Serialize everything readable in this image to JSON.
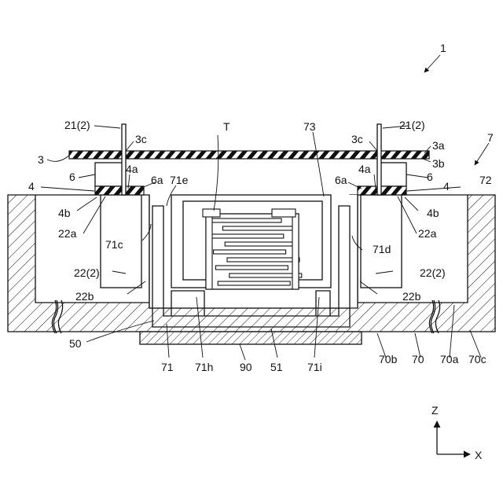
{
  "figure": {
    "colors": {
      "ink": "#111111",
      "background": "#ffffff"
    },
    "labels": {
      "n1": "1",
      "n7": "7",
      "n3": "3",
      "n3a": "3a",
      "n3b": "3b",
      "n3c_left": "3c",
      "n3c_right": "3c",
      "n21_left": "21(2)",
      "n21_right": "21(2)",
      "nT": "T",
      "n73": "73",
      "n6_left": "6",
      "n6_right": "6",
      "n6a_left": "6a",
      "n6a_right": "6a",
      "n4a_left": "4a",
      "n4a_right": "4a",
      "n4_left": "4",
      "n4_right": "4",
      "n4b_left": "4b",
      "n4b_right": "4b",
      "n71e": "71e",
      "n72": "72",
      "n22a_left": "22a",
      "n22a_right": "22a",
      "n71c": "71c",
      "n71d": "71d",
      "n22_left": "22(2)",
      "n22_right": "22(2)",
      "n22b_left": "22b",
      "n22b_right": "22b",
      "n50": "50",
      "n71": "71",
      "n71h": "71h",
      "n90": "90",
      "n51": "51",
      "n71i": "71i",
      "n70b": "70b",
      "n70": "70",
      "n70a": "70a",
      "n70c": "70c",
      "axis_z": "Z",
      "axis_x": "X"
    }
  }
}
